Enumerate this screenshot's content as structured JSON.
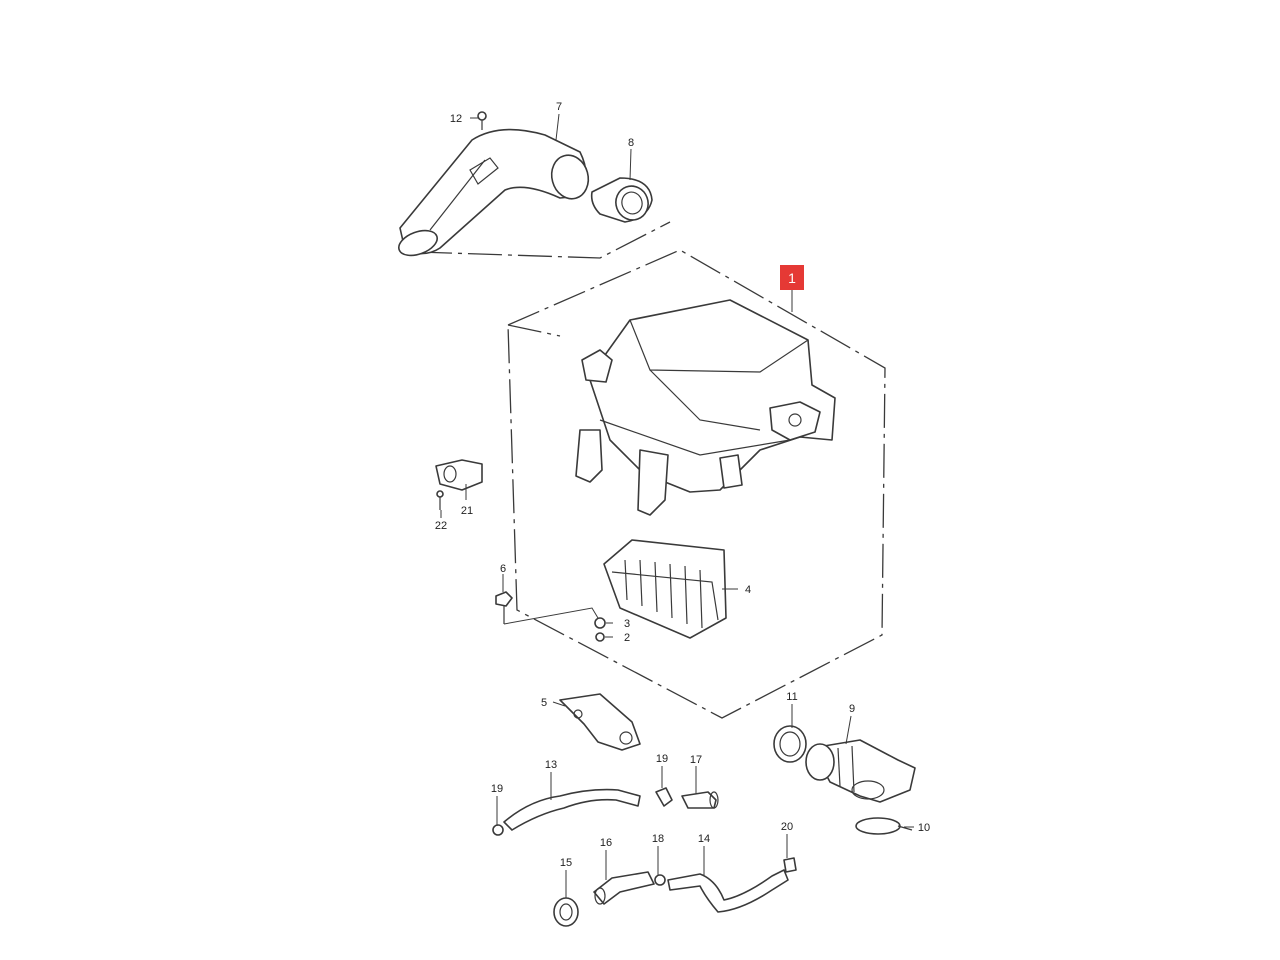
{
  "highlight": {
    "label": "1",
    "color": "#e53935"
  },
  "callouts": {
    "p2": "2",
    "p3": "3",
    "p4": "4",
    "p5": "5",
    "p6": "6",
    "p7": "7",
    "p8": "8",
    "p9": "9",
    "p10": "10",
    "p11": "11",
    "p12": "12",
    "p13": "13",
    "p14": "14",
    "p15": "15",
    "p16": "16",
    "p17": "17",
    "p18": "18",
    "p19a": "19",
    "p19b": "19",
    "p20": "20",
    "p21": "21",
    "p22": "22"
  }
}
